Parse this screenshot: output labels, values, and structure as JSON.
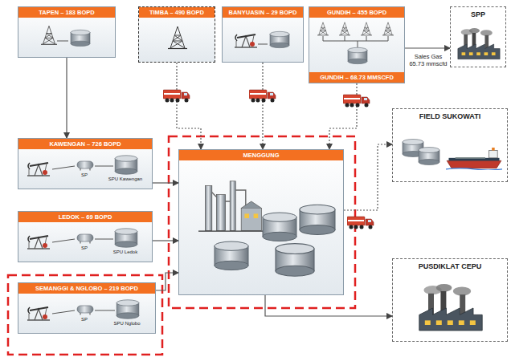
{
  "diagram": {
    "nodes": [
      {
        "text": [
          "TAPEN – 183 BOPD"
        ]
      },
      {
        "text": [
          "TIMBA – 490 BOPD"
        ]
      },
      {
        "text": [
          "BANYUASIN – 29 BOPD"
        ]
      },
      {
        "text": [
          "GUNDIH – 455 BOPD",
          "GUNDIH – 68.73 MMSCFD"
        ]
      },
      {
        "text": [
          "SPP"
        ]
      },
      {
        "text": [
          "KAWENGAN – 726 BOPD"
        ]
      },
      {
        "text": [
          "FIELD SUKOWATI"
        ]
      },
      {
        "text": [
          "MENGGUNG"
        ]
      },
      {
        "text": [
          "LEDOK – 69 BOPD"
        ]
      },
      {
        "text": [
          "SEMANGGI & NGLOBO – 219 BOPD"
        ]
      },
      {
        "text": [
          "PUSDIKLAT CEPU"
        ]
      }
    ],
    "edges": [
      {
        "from": 0,
        "to": 5,
        "arrow": "to"
      },
      {
        "from": 1,
        "to": 7,
        "arrow": "to"
      },
      {
        "from": 2,
        "to": 7,
        "arrow": "to"
      },
      {
        "from": 3,
        "to": 7,
        "arrow": "to"
      },
      {
        "from": 3,
        "to": 4,
        "label": "Sales Gas 65.73 mmscfd",
        "arrow": "to"
      },
      {
        "from": 5,
        "to": 7,
        "arrow": "to"
      },
      {
        "from": 8,
        "to": 7,
        "arrow": "to"
      },
      {
        "from": 9,
        "to": 7,
        "arrow": "to"
      },
      {
        "from": 7,
        "to": 6,
        "arrow": "to"
      },
      {
        "from": 7,
        "to": 10,
        "arrow": "to"
      }
    ],
    "labels": [
      "SP",
      "SPU Kawengan",
      "SP",
      "SPU Ledok",
      "SP",
      "SPU Nglobo"
    ]
  }
}
